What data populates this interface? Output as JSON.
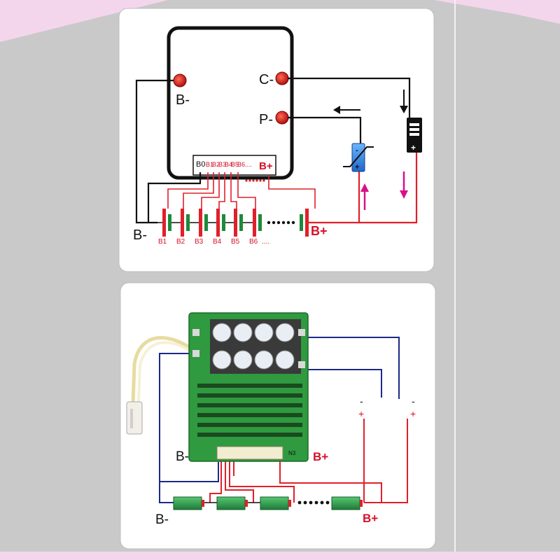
{
  "top_diagram": {
    "bms_terminals": {
      "b_minus": "B-",
      "c_minus": "C-",
      "p_minus": "P-"
    },
    "connector_labels": [
      "B0",
      "B1",
      "B2",
      "B3",
      "B4",
      "B5",
      "B6",
      "....",
      "B+"
    ],
    "cell_labels": [
      "B1",
      "B2",
      "B3",
      "B4",
      "B5",
      "B6",
      "...."
    ],
    "pack_negative": "B-",
    "pack_positive": "B+",
    "load_signs": {
      "minus": "-",
      "plus": "+"
    },
    "charger_signs": {
      "minus": "-",
      "plus": "+"
    }
  },
  "bottom_diagram": {
    "board_negative": "B-",
    "board_positive": "B+",
    "connector_text": "N3",
    "pack_negative": "B-",
    "pack_positive": "B+",
    "terminal_signs": {
      "left_minus": "-",
      "left_plus": "+",
      "right_minus": "-",
      "right_plus": "+"
    }
  },
  "colors": {
    "background": "#c9c9c9",
    "panel": "#ffffff",
    "wire_red": "#e0202a",
    "wire_blue": "#1c2a8a",
    "pcb_green": "#2f9a3f",
    "cell_green": "#2fa64a",
    "accent_magenta": "#d8108a"
  }
}
